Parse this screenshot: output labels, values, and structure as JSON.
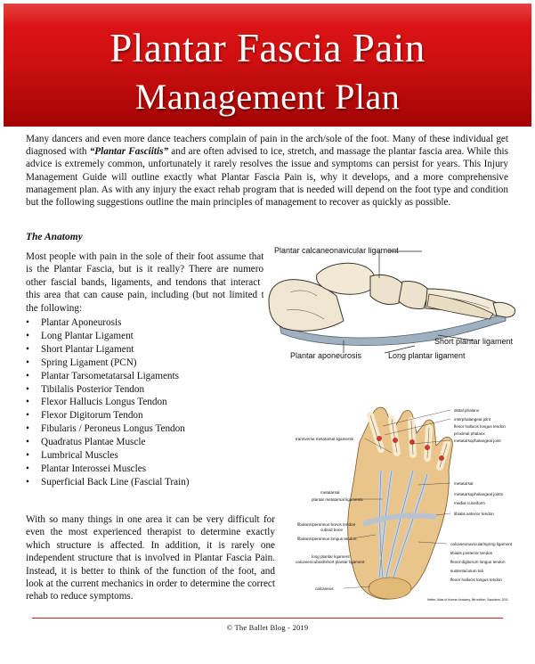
{
  "header": {
    "title_line1": "Plantar Fascia Pain",
    "title_line2": "Management Plan"
  },
  "intro": {
    "part1": "Many dancers and even more dance teachers complain of pain in the arch/sole of the foot. Many of these individual get diagnosed with ",
    "emphasis": "“Plantar Fasciitis”",
    "part2": " and are often advised to ice, stretch, and massage the plantar fascia area. While this advice is extremely common, unfortunately it rarely resolves the issue and symptoms can persist for years. This Injury Management Guide will outline exactly what Plantar Fascia Pain is, why it develops, and a more comprehensive management plan. As with any injury the exact rehab program that is needed will depend on the foot type and condition but the following suggestions outline the main principles of management to recover as quickly as possible."
  },
  "anatomy": {
    "heading": "The Anatomy",
    "text": "Most people with pain in the sole of their foot assume that it is the Plantar Fascia, but is it really? There are numerous other fascial bands, ligaments, and tendons that interact in this area that can cause pain, including (but not limited to) the following:",
    "list": [
      "Plantar Aponeurosis",
      "Long Plantar Ligament",
      "Short Plantar Ligament",
      "Spring Ligament (PCN)",
      "Plantar Tarsometatarsal Ligaments",
      "Tibilalis Posterior Tendon",
      "Flexor Hallucis Longus Tendon",
      "Flexor Digitorum Tendon",
      "Fibularis / Peroneus Longus Tendon",
      "Quadratus Plantae Muscle",
      "Lumbrical Muscles",
      "Plantar Interossei Muscles",
      "Superficial Back Line (Fascial Train)"
    ],
    "closing": "With so many things in one area it can be very difficult for even the most experienced therapist to determine exactly which structure is affected. In addition, it is rarely one independent structure that is involved in Plantar Fascia Pain. Instead, it is better to think of the function of the foot, and look at the current mechanics in order to determine the correct rehab to reduce symptoms."
  },
  "figure_side": {
    "label_top": "Plantar calcaneonavicular ligament",
    "label_right": "Short plantar ligament",
    "label_bottom_left": "Plantar aponeurosis",
    "label_bottom_right": "Long plantar ligament"
  },
  "figure_sole": {
    "labels_right": [
      "distal phalanx",
      "interphalangeal joint",
      "flexor hallucis longus tendon",
      "proximal phalanx",
      "metatarsophalangeal joint",
      "metatarsal",
      "metatarsophalangeal joints",
      "medial cuneiform",
      "tibialis anterior tendon",
      "calcaneonavicular/spring ligament",
      "tibialis posterior tendon",
      "flexor digitorum longus tendon",
      "sustentaculum tali",
      "flexor hallucis longus tendon"
    ],
    "labels_left": [
      "transverse metatarsal ligaments",
      "metatarsal",
      "plantar metatarsal ligaments",
      "fibularis/peroneus brevis tendon",
      "cuboid bone",
      "fibularis/peroneus longus tendon",
      "long plantar ligament",
      "calcaneocuboid/short plantar ligament",
      "calcaneus"
    ],
    "credit": "Netter, Atlas of Human Anatomy, 5th edition, Saunders, 2011"
  },
  "footer": {
    "text": "© The Ballet Blog - 2019"
  },
  "colors": {
    "banner_red": "#d01010",
    "rule_red": "#c12a2a"
  }
}
